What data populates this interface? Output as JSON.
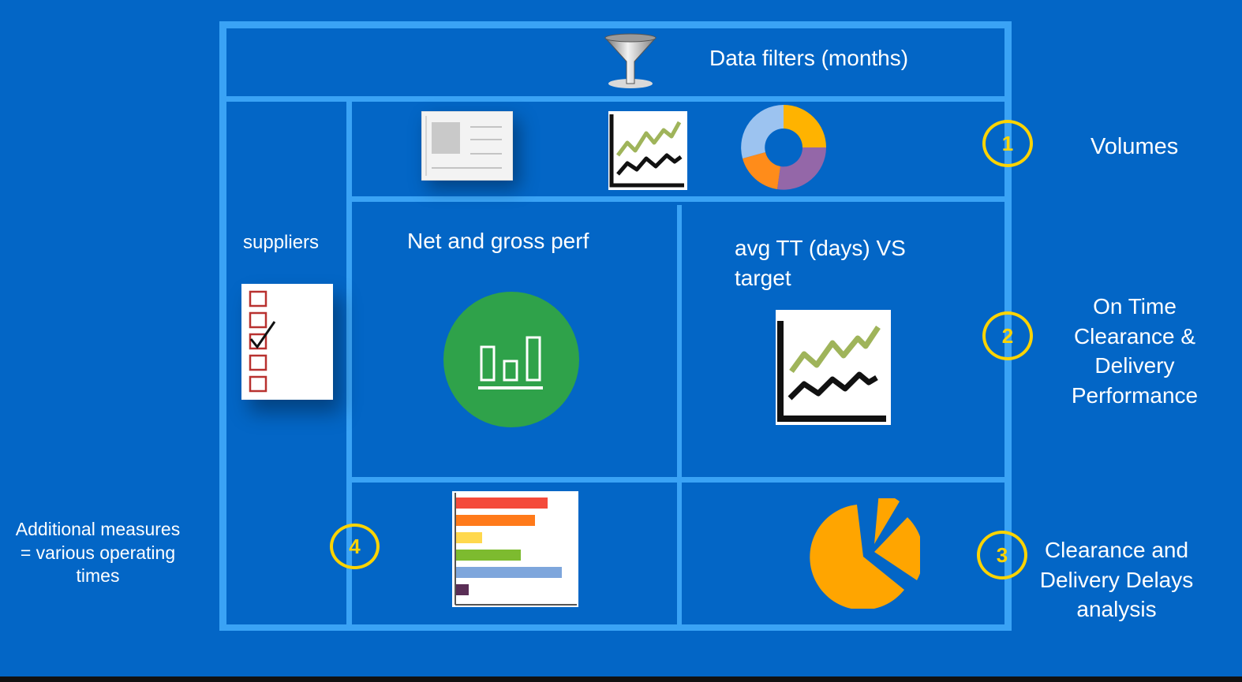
{
  "filter_title": "Data filters (months)",
  "suppliers_label": "suppliers",
  "net_gross_label": "Net and gross perf",
  "avg_tt_label_line1": "avg TT (days) VS",
  "avg_tt_label_line2": "target",
  "side_labels": {
    "volumes": "Volumes",
    "ontime_line1": "On Time",
    "ontime_line2": "Clearance &",
    "ontime_line3": "Delivery",
    "ontime_line4": "Performance",
    "delays_line1": "Clearance and",
    "delays_line2": "Delivery Delays",
    "delays_line3": "analysis",
    "additional_line1": "Additional measures",
    "additional_line2": "= various operating",
    "additional_line3": "times"
  },
  "badges": {
    "b1": "1",
    "b2": "2",
    "b3": "3",
    "b4": "4"
  },
  "colors": {
    "background": "#0366c6",
    "frame": "#3aa3f5",
    "badge": "#ffd400",
    "green_circle": "#2fa24a",
    "orange_pie": "#ffa500"
  },
  "icons": [
    "funnel-icon",
    "report-icon",
    "line-chart-icon",
    "donut-chart-icon",
    "checklist-icon",
    "bar-chart-circle-icon",
    "horizontal-bar-chart-icon",
    "pie-chart-icon"
  ]
}
